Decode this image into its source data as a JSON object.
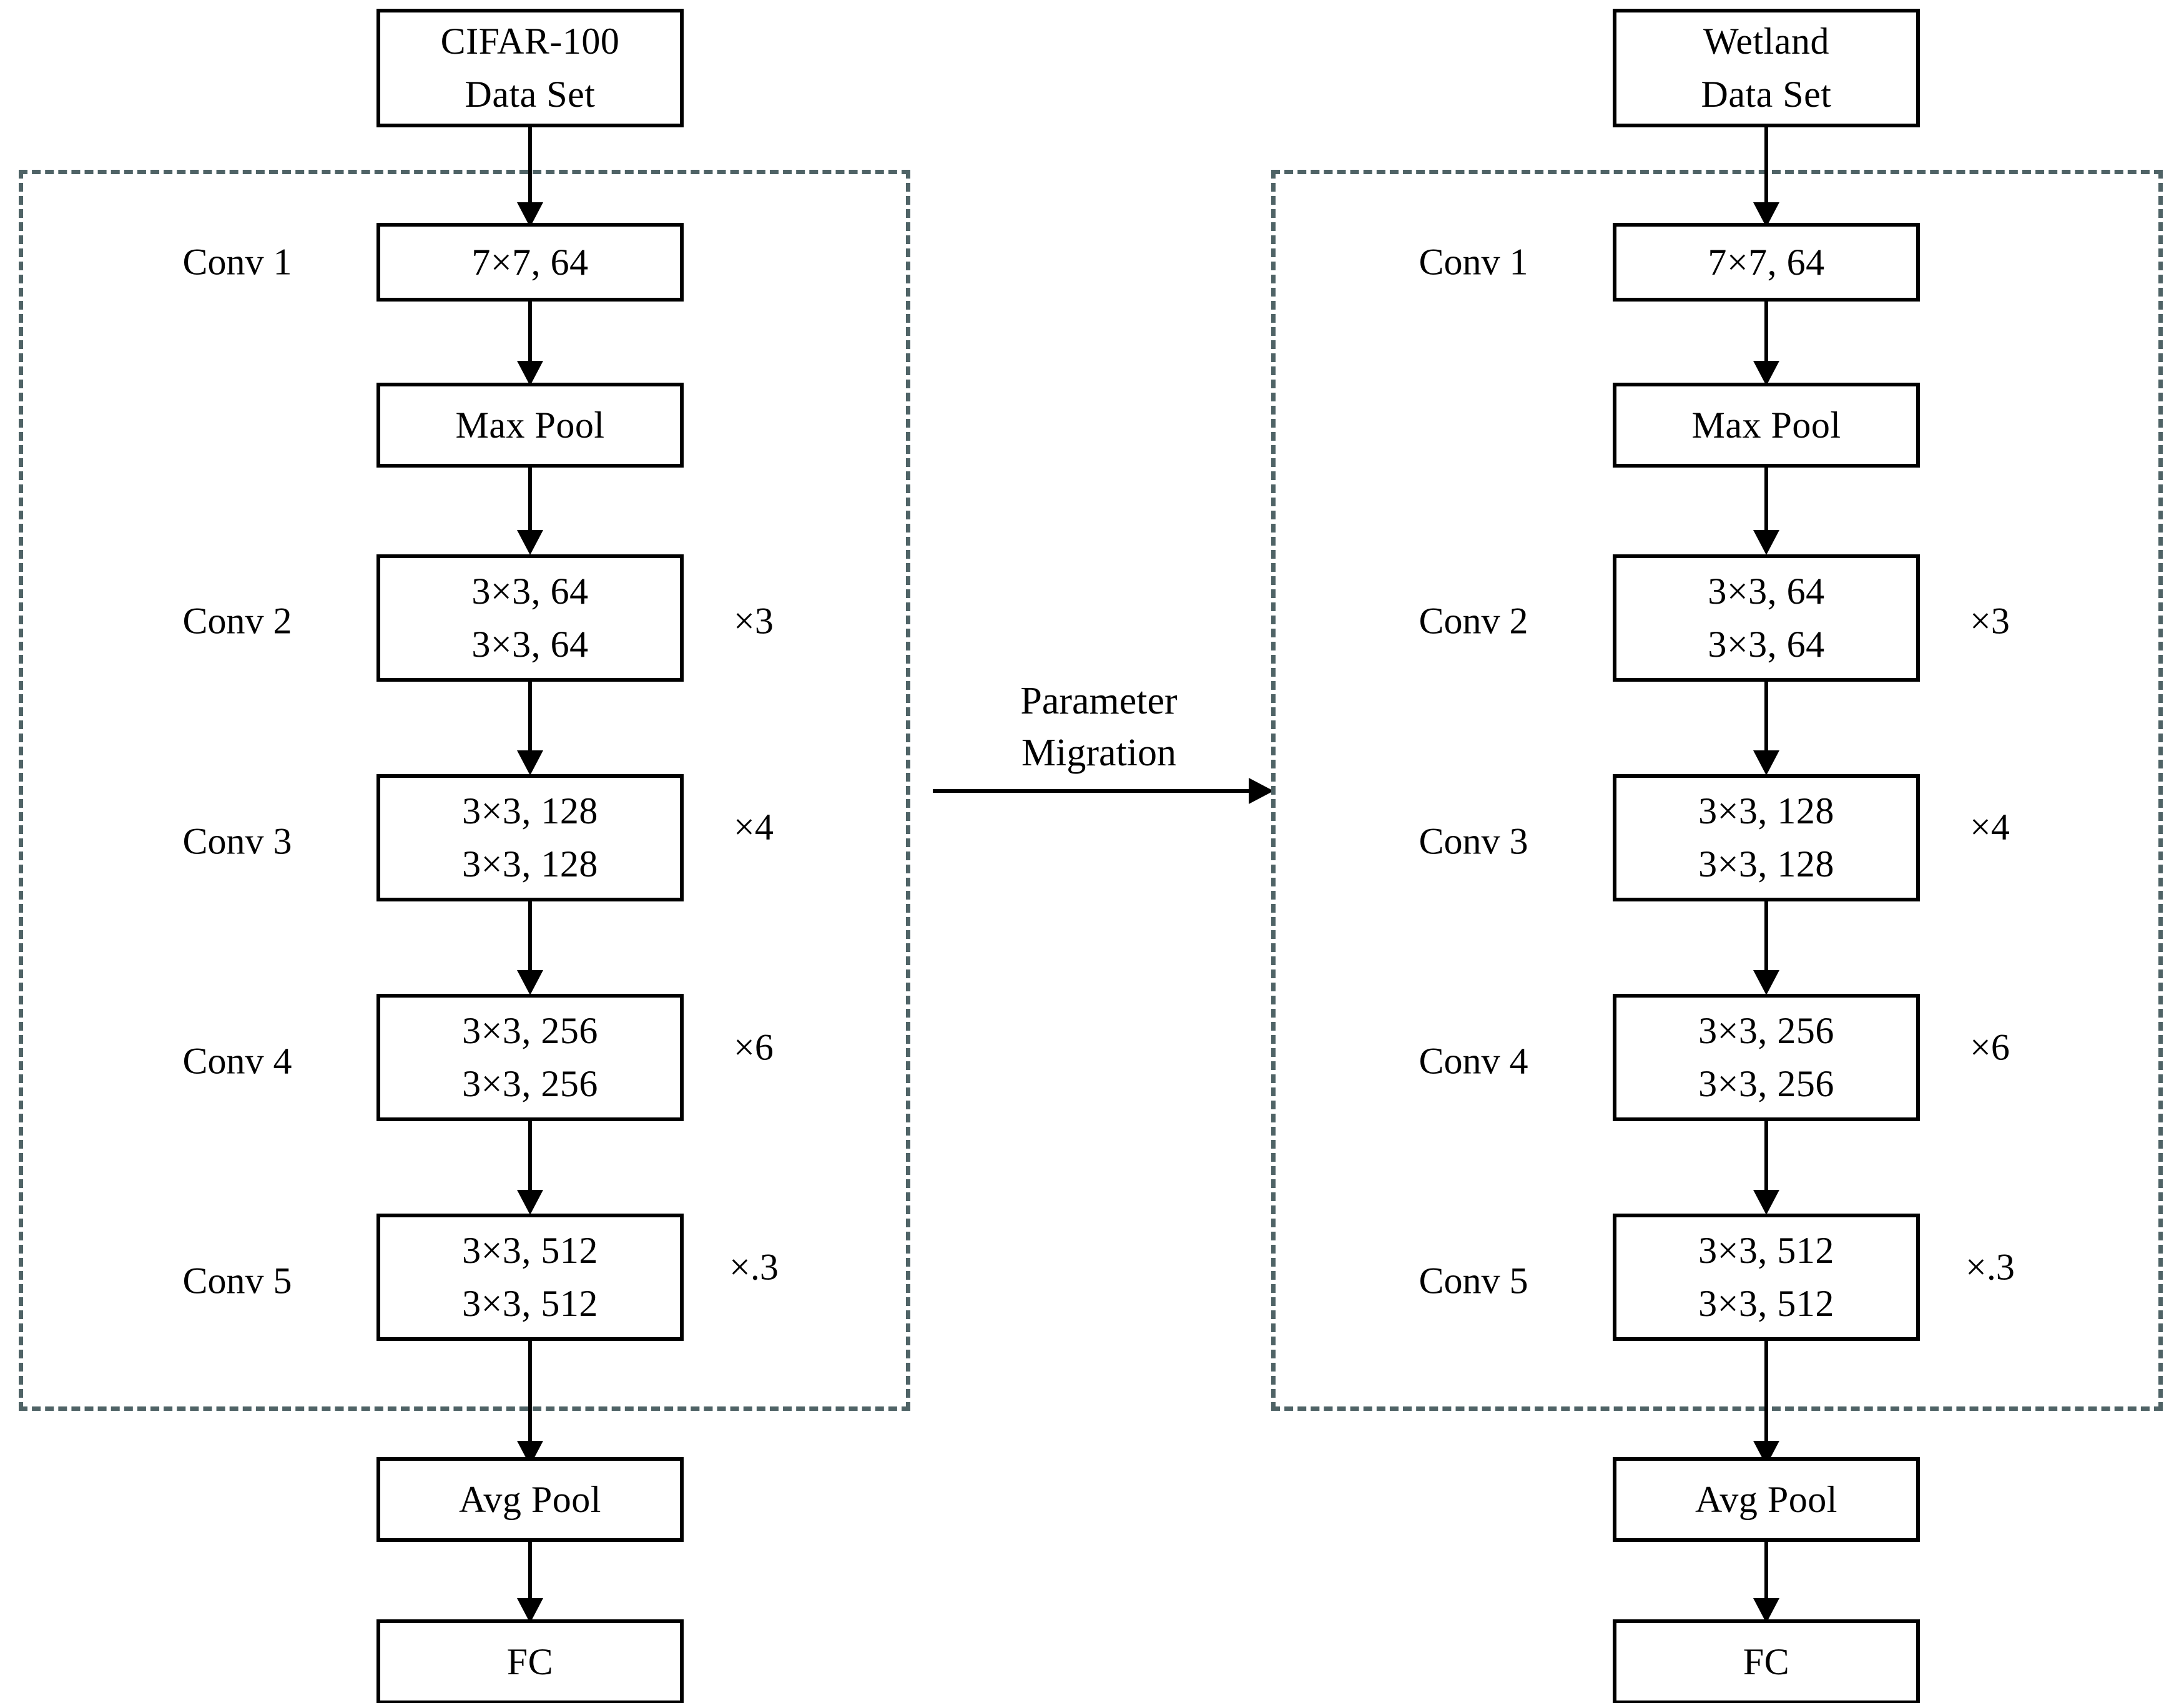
{
  "diagram": {
    "title": "Transfer learning parameter migration between two ResNet-34 pipelines",
    "colors": {
      "box_border": "#000000",
      "dashed_frame": "#4f6366",
      "arrow": "#000000",
      "background": "#ffffff",
      "text": "#000000"
    },
    "migration": {
      "caption_line1": "Parameter",
      "caption_line2": "Migration",
      "direction": "left-to-right"
    },
    "pipelines": [
      {
        "id": "source",
        "dataset_line1": "CIFAR-100",
        "dataset_line2": "Data Set",
        "stages": [
          {
            "stage_label": "Conv 1",
            "box_lines": [
              "7×7, 64"
            ],
            "repeat": ""
          },
          {
            "stage_label": "",
            "box_lines": [
              "Max Pool"
            ],
            "repeat": ""
          },
          {
            "stage_label": "Conv 2",
            "box_lines": [
              "3×3, 64",
              "3×3, 64"
            ],
            "repeat": "×3"
          },
          {
            "stage_label": "Conv 3",
            "box_lines": [
              "3×3, 128",
              "3×3, 128"
            ],
            "repeat": "×4"
          },
          {
            "stage_label": "Conv 4",
            "box_lines": [
              "3×3, 256",
              "3×3, 256"
            ],
            "repeat": "×6"
          },
          {
            "stage_label": "Conv 5",
            "box_lines": [
              "3×3, 512",
              "3×3, 512"
            ],
            "repeat": "×.3"
          },
          {
            "stage_label": "",
            "box_lines": [
              "Avg Pool"
            ],
            "repeat": ""
          },
          {
            "stage_label": "",
            "box_lines": [
              "FC"
            ],
            "repeat": ""
          }
        ]
      },
      {
        "id": "target",
        "dataset_line1": "Wetland",
        "dataset_line2": "Data Set",
        "stages": [
          {
            "stage_label": "Conv 1",
            "box_lines": [
              "7×7, 64"
            ],
            "repeat": ""
          },
          {
            "stage_label": "",
            "box_lines": [
              "Max Pool"
            ],
            "repeat": ""
          },
          {
            "stage_label": "Conv 2",
            "box_lines": [
              "3×3, 64",
              "3×3, 64"
            ],
            "repeat": "×3"
          },
          {
            "stage_label": "Conv 3",
            "box_lines": [
              "3×3, 128",
              "3×3, 128"
            ],
            "repeat": "×4"
          },
          {
            "stage_label": "Conv 4",
            "box_lines": [
              "3×3, 256",
              "3×3, 256"
            ],
            "repeat": "×6"
          },
          {
            "stage_label": "Conv 5",
            "box_lines": [
              "3×3, 512",
              "3×3, 512"
            ],
            "repeat": "×.3"
          },
          {
            "stage_label": "",
            "box_lines": [
              "Avg Pool"
            ],
            "repeat": ""
          },
          {
            "stage_label": "",
            "box_lines": [
              "FC"
            ],
            "repeat": ""
          }
        ]
      }
    ]
  }
}
